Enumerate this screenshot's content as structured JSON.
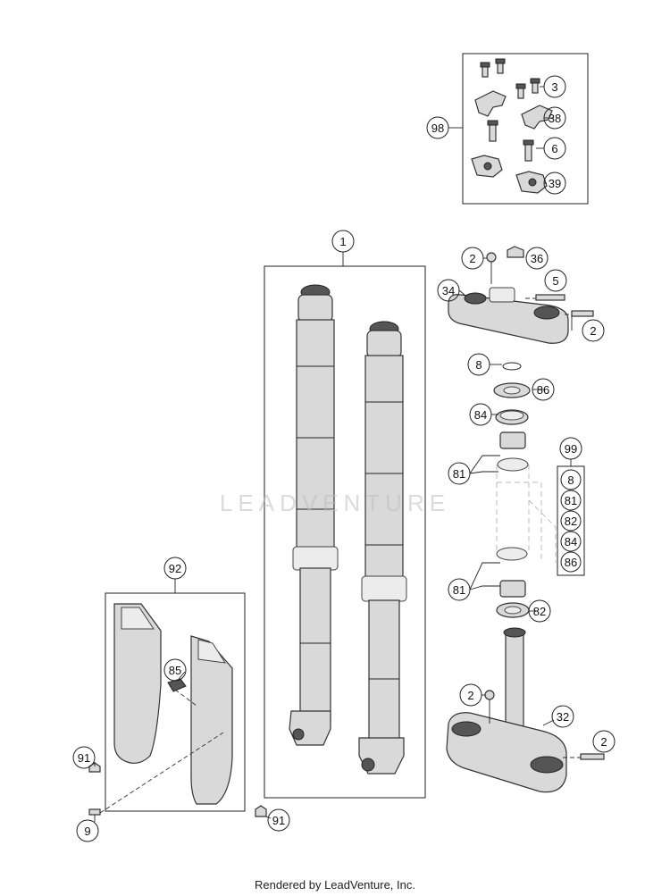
{
  "callouts": {
    "c1": "1",
    "c2a": "2",
    "c2b": "2",
    "c2c": "2",
    "c2d": "2",
    "c3": "3",
    "c5": "5",
    "c6": "6",
    "c8a": "8",
    "c8b": "8",
    "c9": "9",
    "c32": "32",
    "c34": "34",
    "c36": "36",
    "c38": "38",
    "c39": "39",
    "c81a": "81",
    "c81b": "81",
    "c81c": "81",
    "c82a": "82",
    "c82b": "82",
    "c84a": "84",
    "c84b": "84",
    "c85": "85",
    "c86a": "86",
    "c86b": "86",
    "c91a": "91",
    "c91b": "91",
    "c92": "92",
    "c98": "98",
    "c99": "99"
  },
  "watermark": "LEADVENTURE",
  "footer": "Rendered by LeadVenture, Inc.",
  "colors": {
    "line": "#222222",
    "part_fill": "#d9d9d9",
    "watermark": "#bebebe"
  }
}
